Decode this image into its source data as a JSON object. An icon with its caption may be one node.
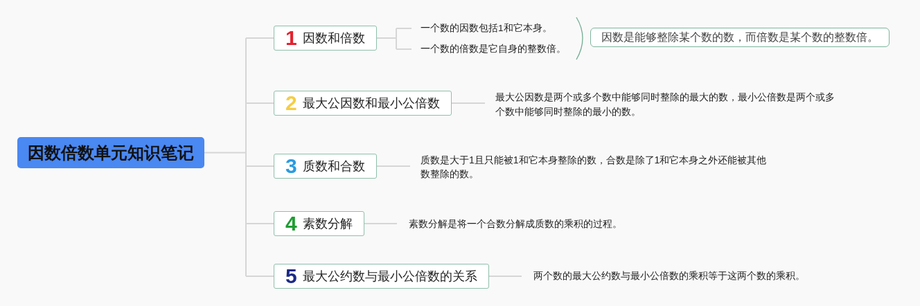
{
  "diagram": {
    "nodes": [
      {
        "text": [
          "因数倍数单元知识笔记"
        ]
      },
      {
        "text": [
          "1",
          "因数和倍数"
        ]
      },
      {
        "text": [
          "一个数的因数包括1和它本身。"
        ]
      },
      {
        "text": [
          "一个数的倍数是它自身的整数倍。"
        ]
      },
      {
        "text": [
          "因数是能够整除某个数的数，而倍数是某个数的整数倍。"
        ]
      },
      {
        "text": [
          "2",
          "最大公因数和最小公倍数"
        ]
      },
      {
        "text": [
          "最大公因数是两个或多个数中能够同时整除的最大的数，最小公倍数是两个或多个数中能够同时整除的最小的数。"
        ]
      },
      {
        "text": [
          "3",
          "质数和合数"
        ]
      },
      {
        "text": [
          "质数是大于1且只能被1和它本身整除的数，合数是除了1和它本身之外还能被其他数整除的数。"
        ]
      },
      {
        "text": [
          "4",
          "素数分解"
        ]
      },
      {
        "text": [
          "素数分解是将一个合数分解成质数的乘积的过程。"
        ]
      },
      {
        "text": [
          "5",
          "最大公约数与最小公倍数的关系"
        ]
      },
      {
        "text": [
          "两个数的最大公约数与最小公倍数的乘积等于这两个数的乘积。"
        ]
      }
    ],
    "edges": [
      {
        "from": 0,
        "to": 1,
        "arrow": "none"
      },
      {
        "from": 0,
        "to": 5,
        "arrow": "none"
      },
      {
        "from": 0,
        "to": 7,
        "arrow": "none"
      },
      {
        "from": 0,
        "to": 9,
        "arrow": "none"
      },
      {
        "from": 0,
        "to": 11,
        "arrow": "none"
      },
      {
        "from": 1,
        "to": 2,
        "arrow": "none"
      },
      {
        "from": 1,
        "to": 3,
        "arrow": "none"
      },
      {
        "from": 5,
        "to": 6,
        "arrow": "none"
      },
      {
        "from": 7,
        "to": 8,
        "arrow": "none"
      },
      {
        "from": 9,
        "to": 10,
        "arrow": "none"
      },
      {
        "from": 11,
        "to": 12,
        "arrow": "none"
      }
    ]
  }
}
